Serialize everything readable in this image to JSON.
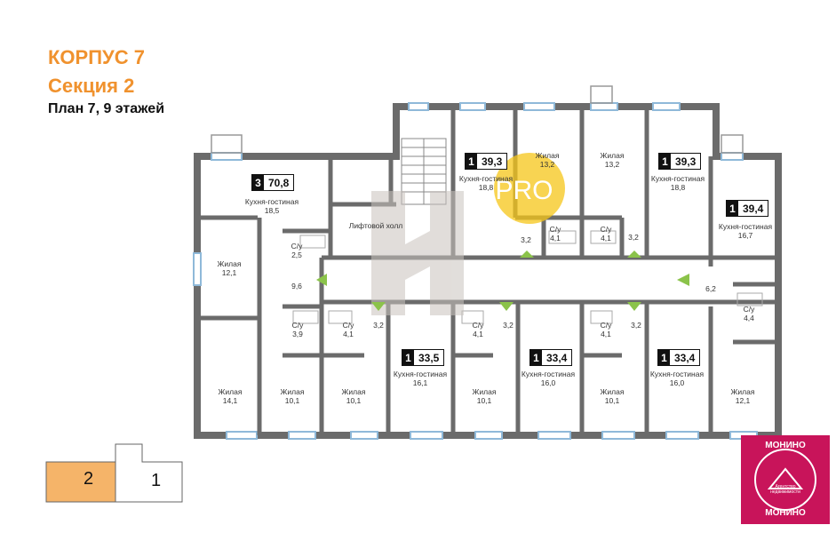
{
  "header": {
    "building": "КОРПУС 7",
    "section": "Секция 2",
    "plan": "План 7, 9 этажей"
  },
  "apartments": [
    {
      "rooms": "3",
      "area": "70,8"
    },
    {
      "rooms": "1",
      "area": "39,3"
    },
    {
      "rooms": "1",
      "area": "39,3"
    },
    {
      "rooms": "1",
      "area": "39,4"
    },
    {
      "rooms": "1",
      "area": "33,5"
    },
    {
      "rooms": "1",
      "area": "33,4"
    },
    {
      "rooms": "1",
      "area": "33,4"
    }
  ],
  "rooms": [
    {
      "name": "Кухня-гостиная",
      "area": "18,5"
    },
    {
      "name": "Жилая",
      "area": "12,1"
    },
    {
      "name": "С/у",
      "area": "2,5"
    },
    {
      "name": "",
      "area": "9,6"
    },
    {
      "name": "С/у",
      "area": "3,9"
    },
    {
      "name": "С/у",
      "area": "4,1"
    },
    {
      "name": "Жилая",
      "area": "14,1"
    },
    {
      "name": "Жилая",
      "area": "10,1"
    },
    {
      "name": "Жилая",
      "area": "10,1"
    },
    {
      "name": "Лифтовой холл",
      "area": ""
    },
    {
      "name": "",
      "area": "3,2"
    },
    {
      "name": "Кухня-гостиная",
      "area": "16,1"
    },
    {
      "name": "Кухня-гостиная",
      "area": "18,8"
    },
    {
      "name": "Жилая",
      "area": "13,2"
    },
    {
      "name": "",
      "area": "3,2"
    },
    {
      "name": "С/у",
      "area": "4,1"
    },
    {
      "name": "С/у",
      "area": "4,1"
    },
    {
      "name": "",
      "area": "3,2"
    },
    {
      "name": "Жилая",
      "area": "13,2"
    },
    {
      "name": "Кухня-гостиная",
      "area": "18,8"
    },
    {
      "name": "С/у",
      "area": "4,1"
    },
    {
      "name": "",
      "area": "3,2"
    },
    {
      "name": "Жилая",
      "area": "10,1"
    },
    {
      "name": "Кухня-гостиная",
      "area": "16,0"
    },
    {
      "name": "С/у",
      "area": "4,1"
    },
    {
      "name": "",
      "area": "3,2"
    },
    {
      "name": "Жилая",
      "area": "10,1"
    },
    {
      "name": "Кухня-гостиная",
      "area": "16,0"
    },
    {
      "name": "Кухня-гостиная",
      "area": "16,7"
    },
    {
      "name": "",
      "area": "6,2"
    },
    {
      "name": "С/у",
      "area": "4,4"
    },
    {
      "name": "Жилая",
      "area": "12,1"
    }
  ],
  "watermark": "PRO",
  "key_plan": {
    "section_selected": "2",
    "section_other": "1"
  },
  "logo": {
    "text_top": "МОНИНО",
    "text_bottom": "МОНИНО",
    "tagline": "Агентство недвижимости"
  },
  "colors": {
    "accent": "#f0922e",
    "wall": "#6b6b6b",
    "marker": "#8bc34a",
    "logo": "#c8145a",
    "watermark": "#f5c518"
  }
}
